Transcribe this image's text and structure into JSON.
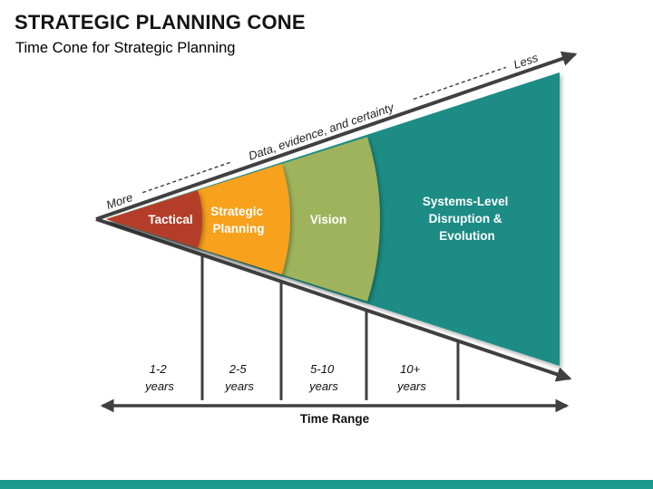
{
  "page": {
    "title": "STRATEGIC PLANNING CONE",
    "subtitle": "Time Cone for Strategic Planning"
  },
  "top_axis": {
    "label_start": "More",
    "label_middle": "Data, evidence, and certainty",
    "label_end": "Less"
  },
  "cone": {
    "segments": [
      {
        "name": "tactical",
        "color": "#b43c2a",
        "label_lines": [
          "Tactical"
        ]
      },
      {
        "name": "strategic-planning",
        "color": "#f7a11f",
        "label_lines": [
          "Strategic",
          "Planning"
        ]
      },
      {
        "name": "vision",
        "color": "#9fb35c",
        "label_lines": [
          "Vision"
        ]
      },
      {
        "name": "systems-level",
        "color": "#1a8c85",
        "label_lines": [
          "Systems-Level",
          "Disruption &",
          "Evolution"
        ]
      }
    ]
  },
  "time_axis": {
    "title": "Time Range",
    "ranges": [
      {
        "lines": [
          "1-2",
          "years"
        ]
      },
      {
        "lines": [
          "2-5",
          "years"
        ]
      },
      {
        "lines": [
          "5-10",
          "years"
        ]
      },
      {
        "lines": [
          "10+",
          "years"
        ]
      }
    ]
  },
  "footer": {
    "bar_color": "#1b9a8d"
  }
}
